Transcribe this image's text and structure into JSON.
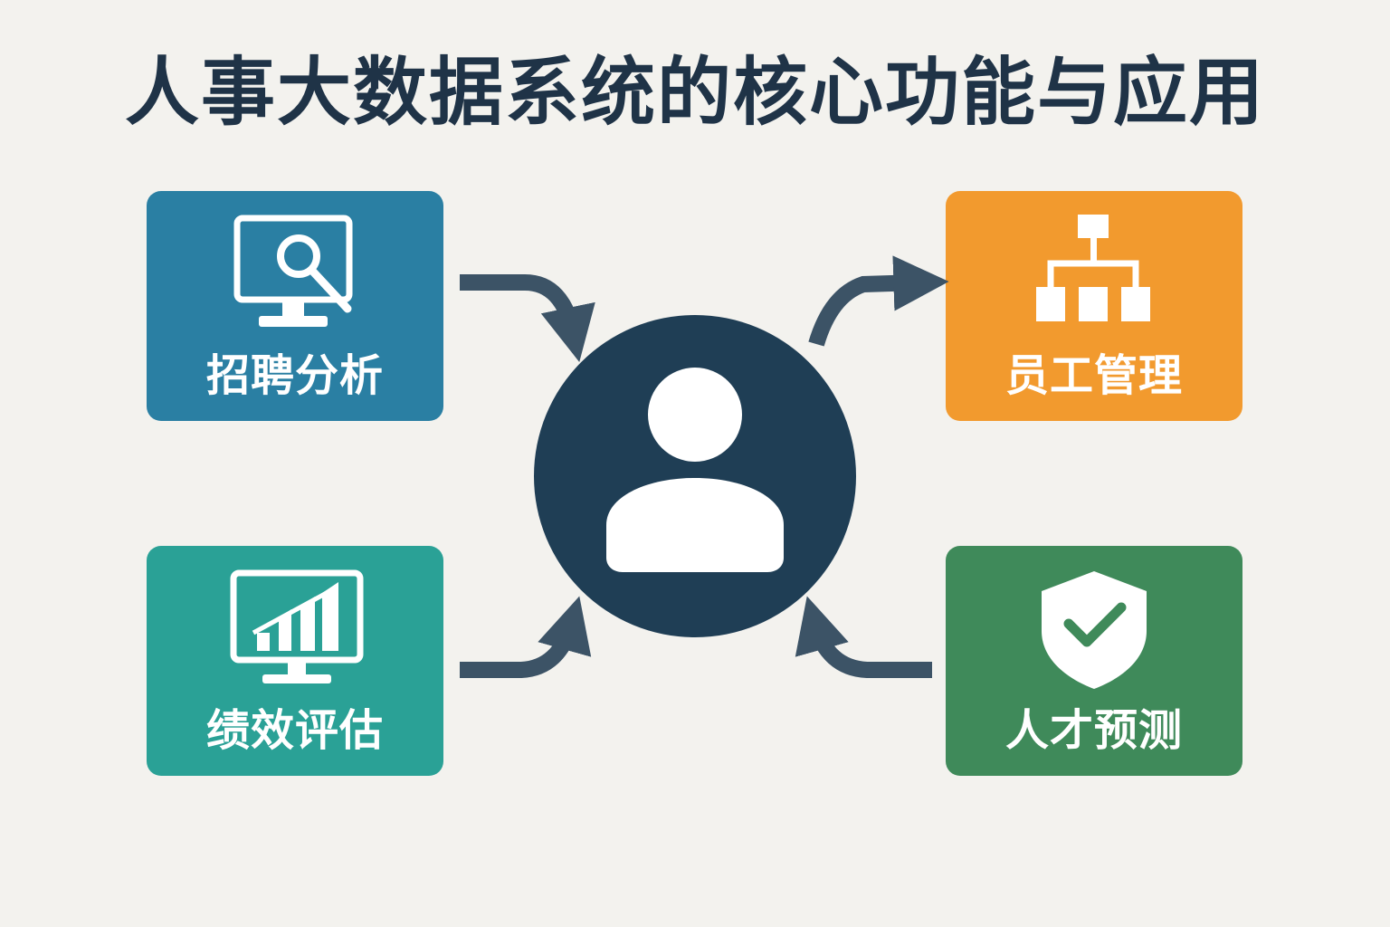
{
  "title": "人事大数据系统的核心功能与应用",
  "cards": [
    {
      "id": "recruit",
      "label": "招聘分析",
      "icon": "monitor-search-icon",
      "color": "#2a7fa3"
    },
    {
      "id": "employee",
      "label": "员工管理",
      "icon": "org-chart-icon",
      "color": "#f29a2e"
    },
    {
      "id": "performance",
      "label": "绩效评估",
      "icon": "monitor-bar-chart-icon",
      "color": "#2aa196"
    },
    {
      "id": "talent",
      "label": "人才预测",
      "icon": "shield-check-icon",
      "color": "#3f8a5a"
    }
  ],
  "center": {
    "icon": "user-icon",
    "color": "#1f3e55"
  },
  "arrow_color": "#3c5366"
}
